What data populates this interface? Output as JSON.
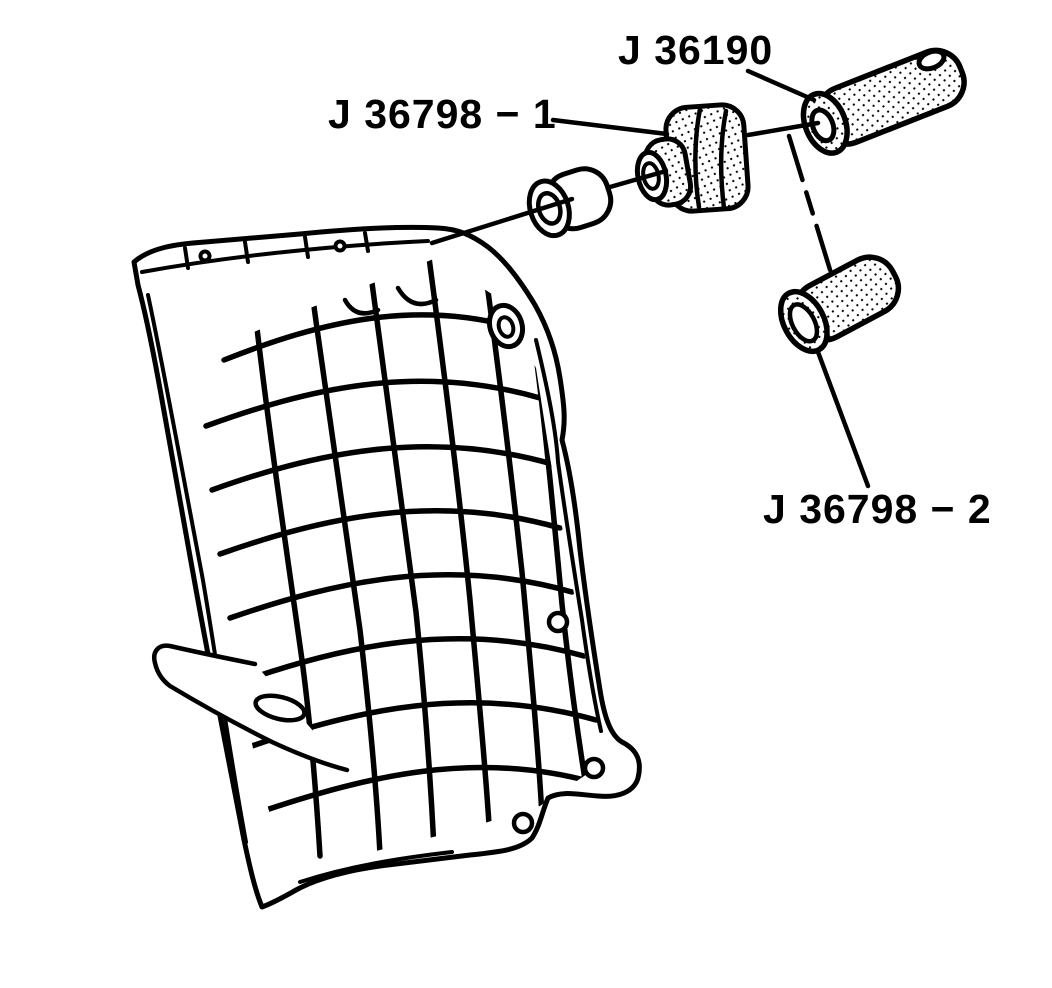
{
  "figure": {
    "description": "Service manual illustration of transmission case with bushing installer tools",
    "background_color": "#ffffff",
    "ink_color": "#000000",
    "labels": {
      "installer": "J 36798 − 1",
      "handle": "J 36190",
      "sleeve": "J 36798 − 2"
    }
  }
}
